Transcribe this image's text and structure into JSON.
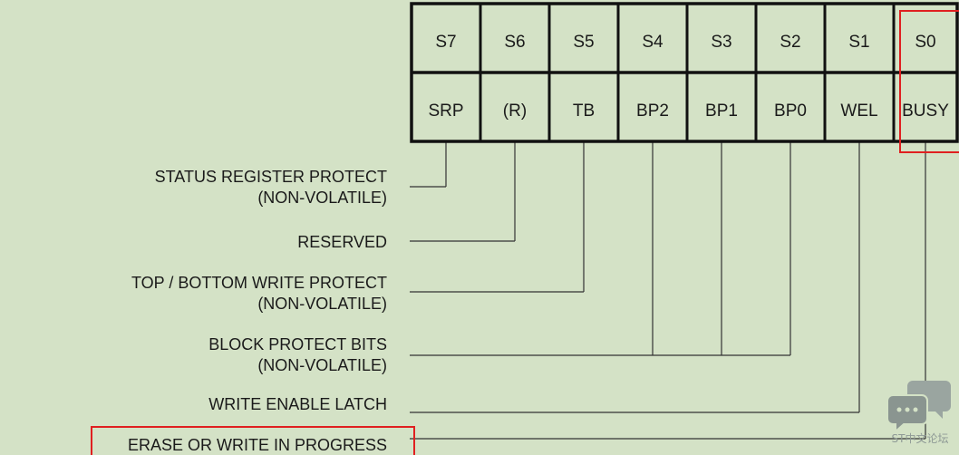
{
  "register": {
    "bit_ids": [
      "S7",
      "S6",
      "S5",
      "S4",
      "S3",
      "S2",
      "S1",
      "S0"
    ],
    "bit_names": [
      "SRP",
      "(R)",
      "TB",
      "BP2",
      "BP1",
      "BP0",
      "WEL",
      "BUSY"
    ]
  },
  "labels": [
    {
      "lines": [
        "STATUS REGISTER PROTECT",
        "(NON-VOLATILE)"
      ]
    },
    {
      "lines": [
        "RESERVED"
      ]
    },
    {
      "lines": [
        "TOP / BOTTOM WRITE PROTECT",
        "(NON-VOLATILE)"
      ]
    },
    {
      "lines": [
        "BLOCK PROTECT BITS",
        "(NON-VOLATILE)"
      ]
    },
    {
      "lines": [
        "WRITE ENABLE LATCH"
      ]
    },
    {
      "lines": [
        "ERASE OR WRITE IN PROGRESS"
      ]
    }
  ],
  "watermark": {
    "text": "ST中文论坛"
  },
  "colors": {
    "background": "#d4e2c6",
    "grid": "#111111",
    "leader": "#333333",
    "highlight": "#e02020",
    "watermark": "#9aa5a0"
  }
}
